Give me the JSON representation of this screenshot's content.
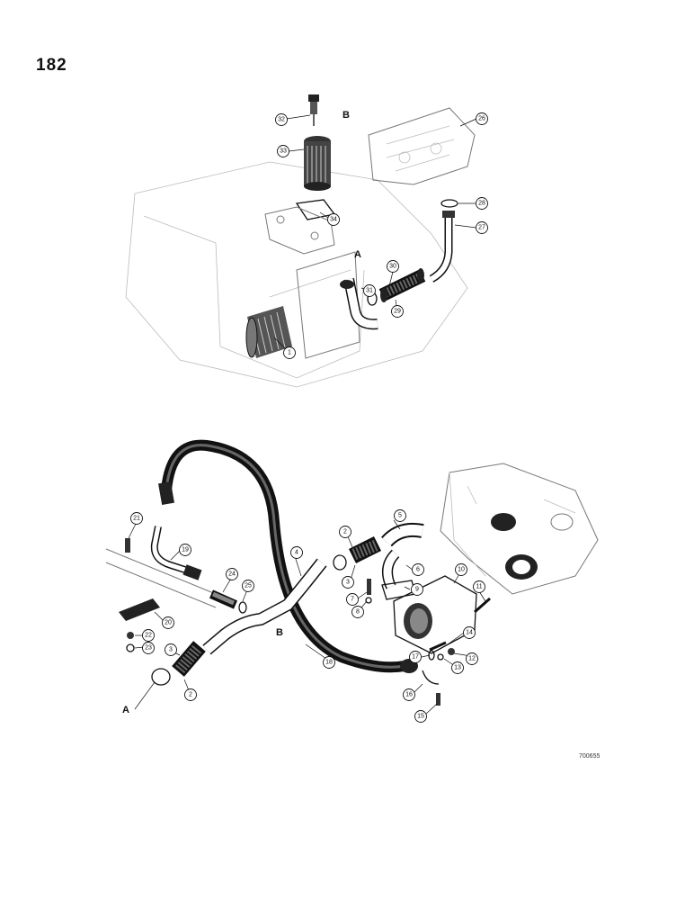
{
  "page_number": "182",
  "figure_code": "700655",
  "diagram_upper": {
    "letters": {
      "B": "B",
      "A": "A"
    },
    "callouts": [
      "32",
      "33",
      "26",
      "28",
      "27",
      "34",
      "30",
      "31",
      "29",
      "1"
    ]
  },
  "diagram_lower": {
    "letters": {
      "B": "B",
      "A": "A"
    },
    "callouts": [
      "21",
      "19",
      "24",
      "25",
      "4",
      "2",
      "5",
      "3",
      "6",
      "10",
      "7",
      "9",
      "8",
      "11",
      "20",
      "22",
      "23",
      "3",
      "2",
      "18",
      "14",
      "17",
      "13",
      "12",
      "16",
      "15"
    ]
  }
}
